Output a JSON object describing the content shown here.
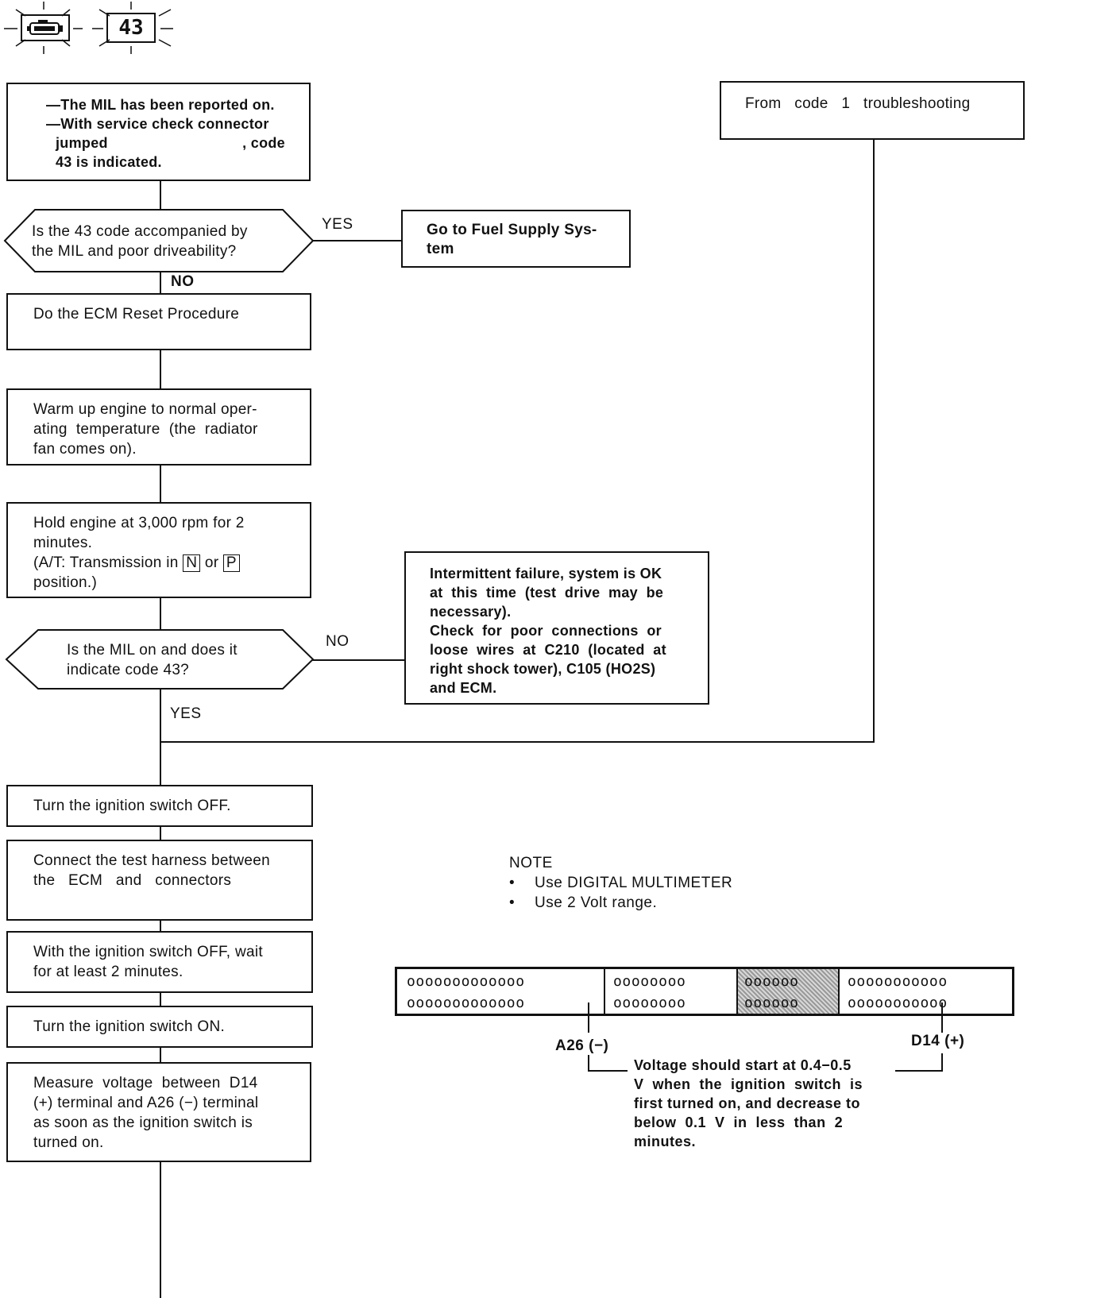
{
  "header": {
    "mil_icon": "check-engine-icon",
    "code": "43"
  },
  "start_box": {
    "lines": [
      "—The MIL has been reported on.",
      "—With service check connector",
      "jumped",
      ", code",
      "43 is indicated."
    ]
  },
  "from_box": {
    "text": "From   code   1   troubleshooting"
  },
  "decision1": {
    "lines": [
      "Is the 43 code accompanied by",
      "the MIL and poor driveability?"
    ],
    "yes_label": "YES",
    "no_label": "NO"
  },
  "fuel_box": {
    "lines": [
      "Go to Fuel Supply Sys-",
      "tem"
    ]
  },
  "step_reset": {
    "text": "Do the ECM Reset Procedure"
  },
  "step_warm": {
    "lines": [
      "Warm up engine to normal oper-",
      "ating  temperature  (the  radiator",
      "fan comes on)."
    ]
  },
  "step_hold": {
    "lines": [
      "Hold engine at 3,000 rpm for 2",
      "minutes."
    ],
    "trans_prefix": "(A/T: Transmission in ",
    "gear_n": "N",
    "trans_or": " or ",
    "gear_p": "P",
    "trans_suffix": "position.)"
  },
  "intermittent_box": {
    "lines": [
      "Intermittent failure, system is OK",
      "at  this  time  (test  drive  may  be",
      "necessary).",
      "Check  for  poor  connections  or",
      "loose  wires  at  C210  (located  at",
      "right shock tower), C105 (HO2S)",
      "and ECM."
    ]
  },
  "decision2": {
    "lines": [
      "Is the MIL on and does it",
      "indicate code 43?"
    ],
    "no_label": "NO",
    "yes_label": "YES"
  },
  "step_off": {
    "text": "Turn the ignition switch OFF."
  },
  "step_connect": {
    "lines": [
      "Connect the test harness between",
      "the   ECM   and   connectors"
    ]
  },
  "step_wait": {
    "lines": [
      "With the ignition switch OFF, wait",
      "for at least 2 minutes."
    ]
  },
  "step_on": {
    "text": "Turn the ignition switch ON."
  },
  "step_measure": {
    "lines": [
      "Measure  voltage  between  D14",
      "(+) terminal and A26 (−) terminal",
      "as soon as the ignition switch is",
      "turned on."
    ]
  },
  "note": {
    "title": "NOTE",
    "items": [
      "Use DIGITAL MULTIMETER",
      "Use 2 Volt range."
    ]
  },
  "connector": {
    "seg_a": "ooooooooooooo",
    "seg_b": "oooooooo",
    "seg_c": "oooooo",
    "seg_d": "ooooooooooo",
    "label_a26": "A26 (−)",
    "label_d14": "D14 (+)"
  },
  "voltage_note": {
    "lines": [
      "Voltage should start at 0.4−0.5",
      "V  when  the  ignition  switch  is",
      "first turned on, and decrease to",
      "below  0.1  V  in  less  than  2",
      "minutes."
    ]
  }
}
